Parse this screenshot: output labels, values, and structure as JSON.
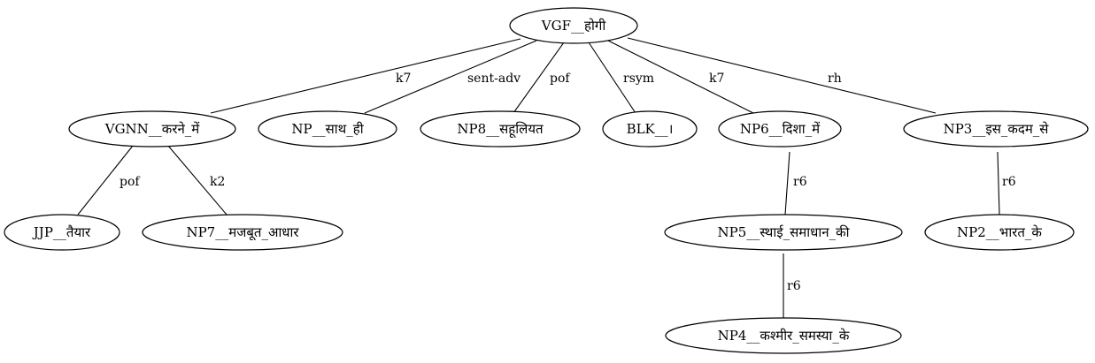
{
  "nodes": [
    {
      "id": "vgf",
      "label": "VGF__होगी"
    },
    {
      "id": "vgnn",
      "label": "VGNN__करने_में"
    },
    {
      "id": "np",
      "label": "NP__साथ_ही"
    },
    {
      "id": "np8",
      "label": "NP8__सहूलियत"
    },
    {
      "id": "blk",
      "label": "BLK__।"
    },
    {
      "id": "np6",
      "label": "NP6__दिशा_में"
    },
    {
      "id": "np3",
      "label": "NP3__इस_कदम_से"
    },
    {
      "id": "jjp",
      "label": "JJP__तैयार"
    },
    {
      "id": "np7",
      "label": "NP7__मजबूत_आधार"
    },
    {
      "id": "np5",
      "label": "NP5__स्थाई_समाधान_की"
    },
    {
      "id": "np2",
      "label": "NP2__भारत_के"
    },
    {
      "id": "np4",
      "label": "NP4__कश्मीर_समस्या_के"
    }
  ],
  "edges": [
    {
      "id": "vgf-vgnn",
      "label": "k7"
    },
    {
      "id": "vgf-np",
      "label": "sent-adv"
    },
    {
      "id": "vgf-np8",
      "label": "pof"
    },
    {
      "id": "vgf-blk",
      "label": "rsym"
    },
    {
      "id": "vgf-np6",
      "label": "k7"
    },
    {
      "id": "vgf-np3",
      "label": "rh"
    },
    {
      "id": "vgnn-jjp",
      "label": "pof"
    },
    {
      "id": "vgnn-np7",
      "label": "k2"
    },
    {
      "id": "np6-np5",
      "label": "r6"
    },
    {
      "id": "np3-np2",
      "label": "r6"
    },
    {
      "id": "np5-np4",
      "label": "r6"
    }
  ]
}
